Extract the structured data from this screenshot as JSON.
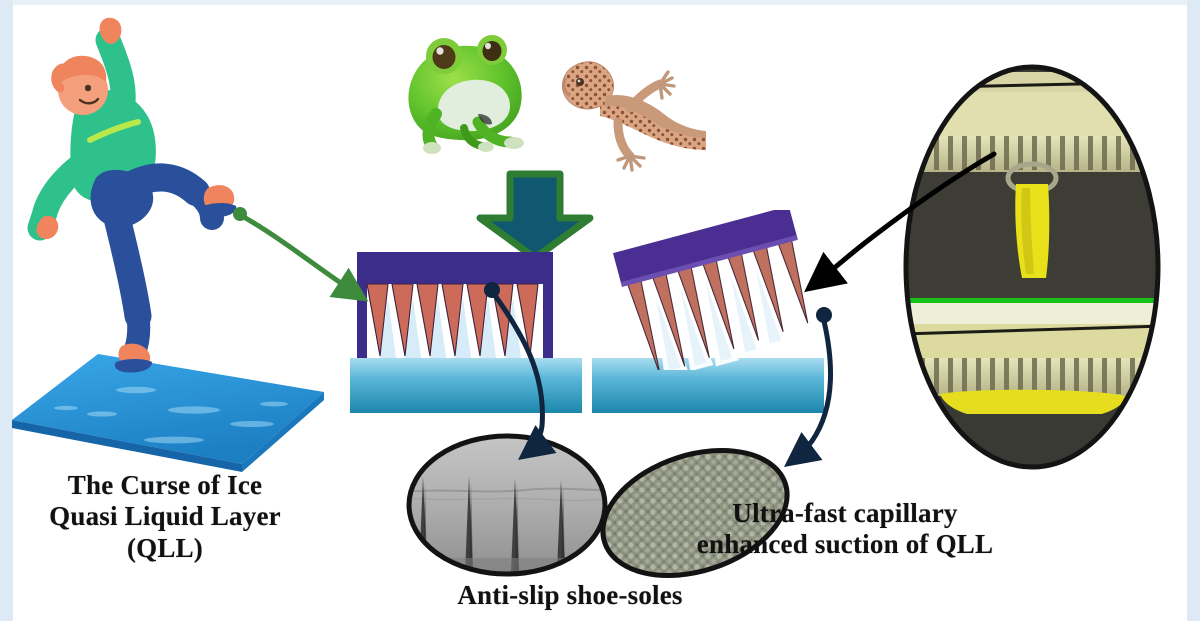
{
  "figure": {
    "type": "graphical-abstract",
    "subject": "Bioinspired anti-slip shoe-soles using capillary suction of the ice quasi-liquid layer",
    "background_color": "#ffffff",
    "edge_strip_color": "#ddeaf6"
  },
  "captions": {
    "left": "The Curse of Ice\nQuasi Liquid Layer\n(QLL)",
    "left_lines": [
      "The Curse of Ice",
      "Quasi Liquid Layer",
      "(QLL)"
    ],
    "middle": "Anti-slip shoe-soles",
    "right": "Ultra-fast capillary\nenhanced suction of QLL",
    "right_lines": [
      "Ultra-fast capillary",
      "enhanced suction of QLL"
    ],
    "text_color": "#111111"
  },
  "panels": {
    "person": {
      "name": "person-slipping-on-ice",
      "description": "Cartoon man losing balance and slipping on a blue ice sheet",
      "colors": {
        "jacket": "#2ec18b",
        "jacket_stripe": "#b9e84a",
        "trousers": "#2a4f9b",
        "skin": "#f0845c",
        "hair": "#f0845c",
        "shoe": "#f0845c",
        "shoe_sole": "#2a4f9b",
        "ice": "#2a9fe0"
      }
    },
    "frog": {
      "name": "tree-frog-photo",
      "description": "Green tree frog with adhesive toe pads",
      "colors": {
        "body": "#5fc22c",
        "highlight": "#c6e84f",
        "belly": "#dfeadf",
        "eye": "#4a3418"
      }
    },
    "gecko": {
      "name": "gecko-photo",
      "description": "Tan spotted gecko with setae covered toes",
      "colors": {
        "body": "#d9a283",
        "spots": "#7a4a36",
        "belly": "#f0ddcc"
      }
    },
    "big_arrow": {
      "name": "bioinspiration-arrow",
      "direction": "down",
      "fill": "#0f5870",
      "stroke": "#2f7d32"
    },
    "sole_flat": {
      "name": "shoe-sole-schematic-flat",
      "description": "Purple sole base with salmon conical micro-pillars contacting ice",
      "pillar_count": 7,
      "colors": {
        "base": "#3d2d8a",
        "pillar": "#cc6b5a",
        "pillar_edge": "#2e2254"
      }
    },
    "sole_tilted": {
      "name": "shoe-sole-schematic-tilted",
      "description": "Tilted sole with micro-pillars sucking the quasi liquid layer upward as white plumes",
      "pillar_count": 7,
      "tilt_degrees": -15,
      "colors": {
        "base": "#4a2e91",
        "pillar": "#c0705f",
        "plume": "#ffffff"
      }
    },
    "ice_bars": {
      "name": "ice-substrate-bar",
      "count": 2,
      "gradient": [
        "#a9dcef",
        "#59b6d8",
        "#1c87ab"
      ]
    },
    "sem_left": {
      "name": "sem-cross-section-ellipse",
      "description": "Grey SEM cross-section showing sharp conical micro-spikes",
      "spike_count": 4,
      "colors": {
        "fill": "#b3b3b3",
        "spike": "#3d3d3d",
        "outline": "#111111"
      }
    },
    "sem_right": {
      "name": "sem-top-view-ellipse",
      "description": "Tilted SEM top view of the micro-pillar array, mottled grey-green texture",
      "colors": {
        "fill": "#8d9182",
        "outline": "#111111"
      }
    },
    "photo_right": {
      "name": "capillary-suction-photo-ellipse",
      "description": "Two stacked optical micrographs of yellow dyed liquid being drawn into the micro-pillar array",
      "divider_line_color": "#16c11a",
      "colors": {
        "frame_dark": "#3a3a34",
        "pillars": "#d8d7ab",
        "dye": "#e8e019",
        "outline": "#111111"
      }
    }
  },
  "connectors": [
    {
      "name": "arrow-shoe-to-sole",
      "color": "#3e8b3e",
      "style": "curved-with-dot",
      "from": "shoe",
      "to": "sole-flat"
    },
    {
      "name": "arrow-sole-to-sem-cross",
      "color": "#10253f",
      "style": "curved-with-dot",
      "from": "sole-flat",
      "to": "sem-left"
    },
    {
      "name": "arrow-sole-to-sem-top",
      "color": "#10253f",
      "style": "curved-with-dot",
      "from": "sole-tilted",
      "to": "sem-right"
    },
    {
      "name": "arrow-photo-to-sole-tilted",
      "color": "#000000",
      "style": "curved",
      "from": "photo-right",
      "to": "sole-tilted"
    }
  ]
}
